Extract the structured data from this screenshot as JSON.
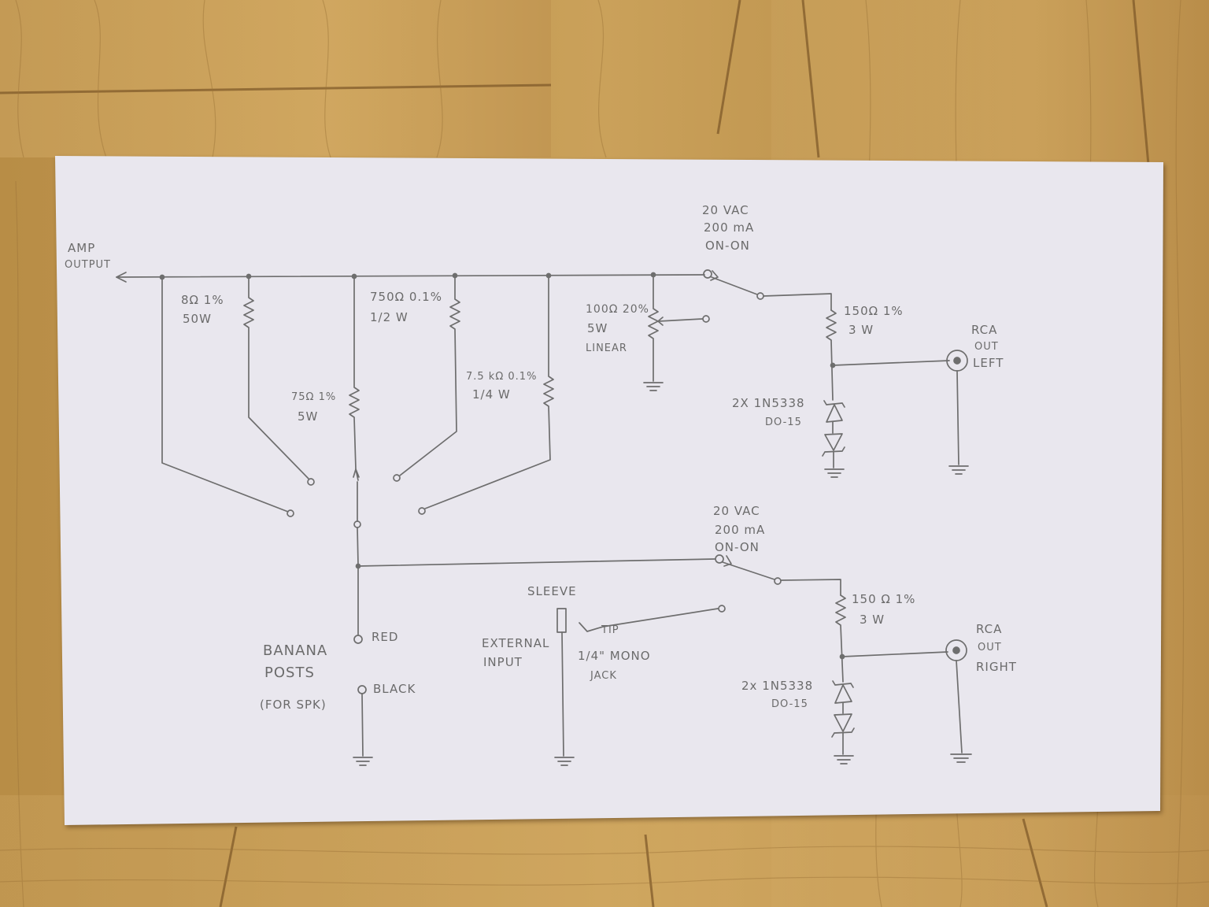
{
  "colors": {
    "floor": "#c29a52",
    "floor_dark": "#8a6330",
    "floor_light": "#dcb36c",
    "paper": "#e9e7ee",
    "pencil": "#6e6e6e"
  },
  "labels": {
    "amp_output_1": "AMP",
    "amp_output_2": "OUTPUT",
    "r1_value": "8Ω 1%",
    "r1_power": "50W",
    "r2_value": "750Ω 0.1%",
    "r2_power": "1/2 W",
    "r3_value": "75Ω 1%",
    "r3_power": "5W",
    "r4_value": "7.5 kΩ 0.1%",
    "r4_power": "1/4 W",
    "pot_value": "100Ω 20%",
    "pot_power": "5W",
    "pot_taper": "LINEAR",
    "sw1_line1": "20 VAC",
    "sw1_line2": "200 mA",
    "sw1_line3": "ON-ON",
    "r5_value": "150Ω 1%",
    "r5_power": "3 W",
    "rca_left_1": "RCA",
    "rca_left_2": "OUT",
    "rca_left_3": "LEFT",
    "zener_top_1": "2X 1N5338",
    "zener_top_2": "DO-15",
    "sw2_line1": "20 VAC",
    "sw2_line2": "200 mA",
    "sw2_line3": "ON-ON",
    "r6_value": "150 Ω 1%",
    "r6_power": "3 W",
    "rca_right_1": "RCA",
    "rca_right_2": "OUT",
    "rca_right_3": "RIGHT",
    "zener_bot_1": "2x 1N5338",
    "zener_bot_2": "DO-15",
    "sleeve": "SLEEVE",
    "tip": "TIP",
    "ext_input_1": "EXTERNAL",
    "ext_input_2": "INPUT",
    "jack_1": "1/4\" MONO",
    "jack_2": "JACK",
    "red": "RED",
    "black": "BLACK",
    "banana_1": "BANANA",
    "banana_2": "POSTS",
    "banana_3": "(FOR SPK)"
  }
}
